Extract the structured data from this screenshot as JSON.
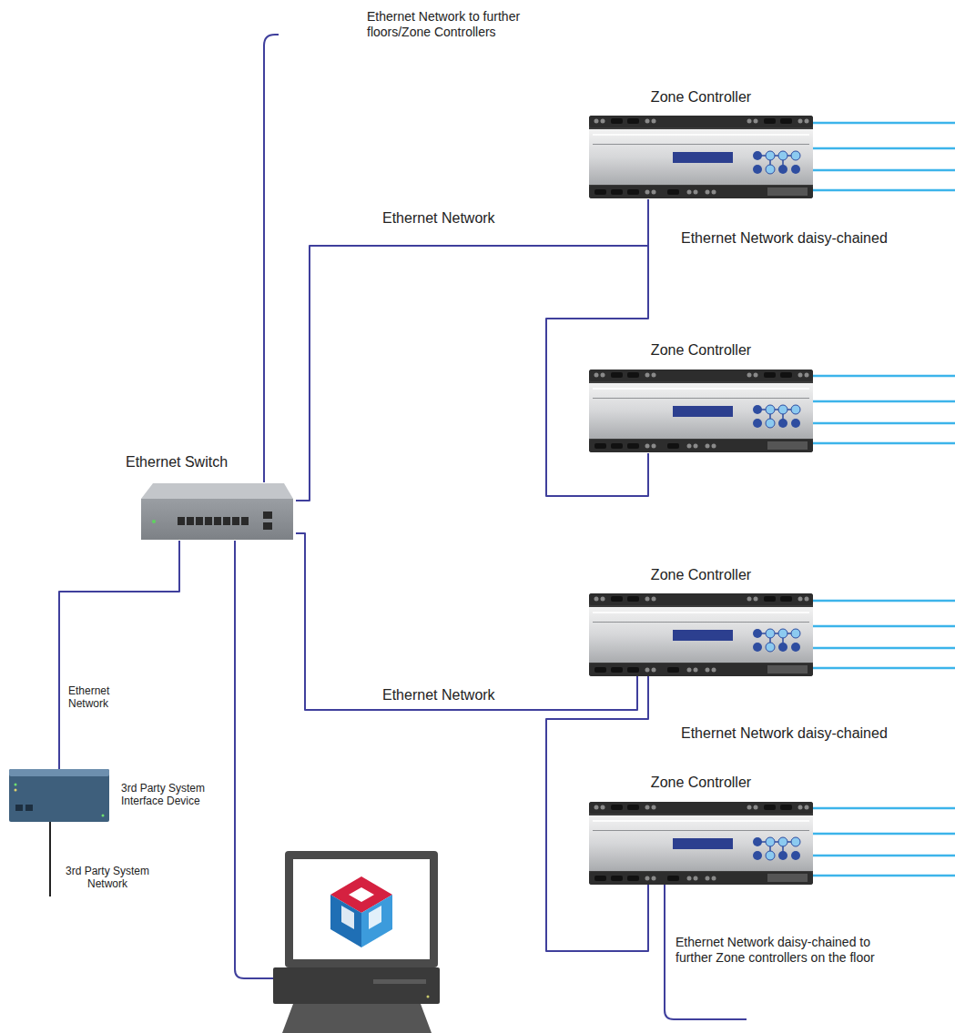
{
  "diagram": {
    "nodes": [
      {
        "text": [
          "Zone Controller"
        ]
      },
      {
        "text": [
          "Zone Controller"
        ]
      },
      {
        "text": [
          "Ethernet Switch"
        ]
      },
      {
        "text": [
          "Zone Controller"
        ]
      },
      {
        "text": [
          "Zone Controller"
        ]
      },
      {
        "text": [
          "3rd Party System Interface Device"
        ]
      }
    ],
    "edges": [
      {
        "from": 2,
        "to": 0,
        "arrow": "none",
        "label": "Ethernet Network"
      },
      {
        "from": 0,
        "to": 1,
        "arrow": "none",
        "label": "Ethernet Network daisy-chained"
      },
      {
        "from": 2,
        "to": 3,
        "arrow": "none",
        "label": "Ethernet Network"
      },
      {
        "from": 3,
        "to": 4,
        "arrow": "none",
        "label": "Ethernet Network daisy-chained"
      },
      {
        "from": 2,
        "to": 5,
        "arrow": "none",
        "label": "Ethernet Network"
      }
    ],
    "labels": [
      "Ethernet Network to further floors/Zone Controllers",
      "Ethernet Network daisy-chained to further Zone controllers on the floor",
      "3rd Party System Network"
    ]
  }
}
